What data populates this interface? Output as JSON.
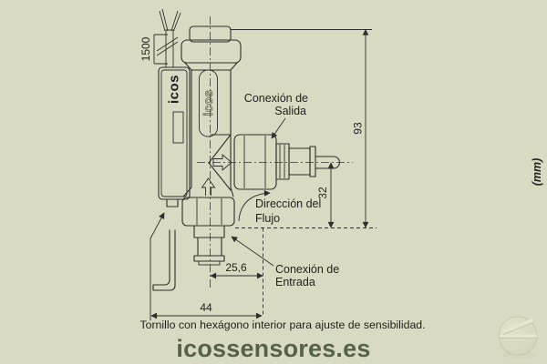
{
  "drawing": {
    "brand": "icos",
    "unit_label": "(mm)",
    "dimensions": {
      "cable_length": "1500",
      "total_height": "93",
      "outlet_height": "32",
      "inlet_offset": "25,6",
      "body_width": "44"
    },
    "labels": {
      "outlet_line1": "Conexión de",
      "outlet_line2": "Salida",
      "flow_line1": "Dirección del",
      "flow_line2": "Flujo",
      "inlet_line1": "Conexión de",
      "inlet_line2": "Entrada"
    },
    "footnote": "Tornillo con hexágono interior para ajuste de sensibilidad.",
    "website": "icossensores.es",
    "colors": {
      "background": "#d8dbc1",
      "line": "#2e2e2e",
      "website_text": "#55624a"
    }
  }
}
